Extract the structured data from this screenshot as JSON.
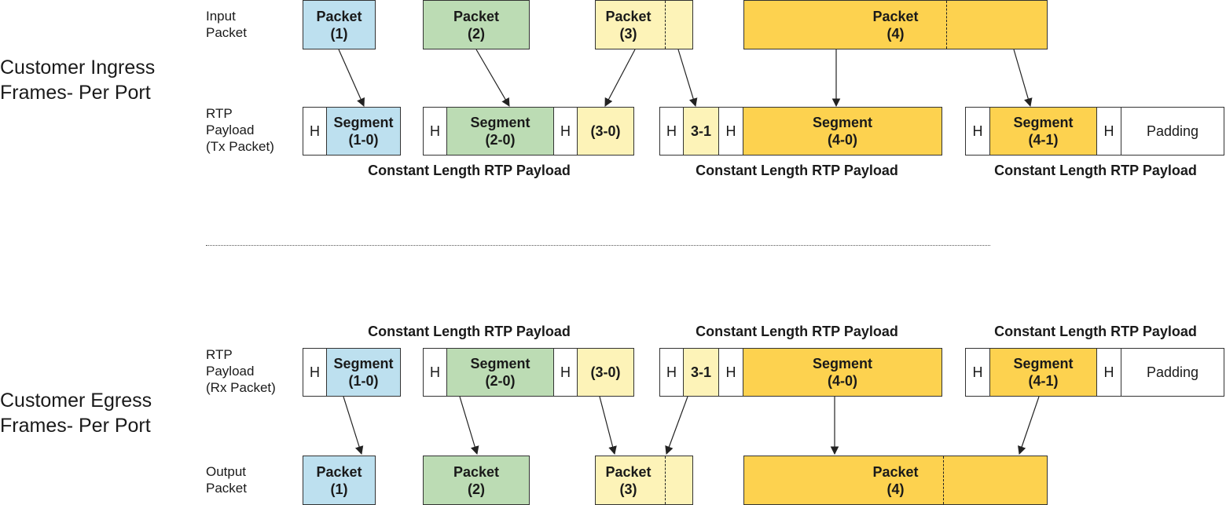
{
  "sections": {
    "ingress": "Customer Ingress\nFrames- Per Port",
    "egress": "Customer Egress\nFrames- Per Port"
  },
  "row_labels": {
    "input": "Input\nPacket",
    "tx": "RTP\nPayload\n(Tx Packet)",
    "rx": "RTP\nPayload\n(Rx Packet)",
    "output": "Output\nPacket"
  },
  "packets": [
    {
      "label": "Packet\n(1)"
    },
    {
      "label": "Packet\n(2)"
    },
    {
      "label": "Packet\n(3)"
    },
    {
      "label": "Packet\n(4)"
    }
  ],
  "payload_cells": {
    "h": "H",
    "seg_1_0": "Segment\n(1-0)",
    "seg_2_0": "Segment\n(2-0)",
    "seg_3_0": "(3-0)",
    "seg_3_1": "3-1",
    "seg_4_0": "Segment\n(4-0)",
    "seg_4_1": "Segment\n(4-1)",
    "padding": "Padding"
  },
  "captions": {
    "constant_length": "Constant Length RTP Payload"
  },
  "colors": {
    "packet_1": "#bde0ef",
    "packet_2": "#bcdcb4",
    "packet_3": "#fdf3b8",
    "packet_4": "#fdd24f"
  }
}
